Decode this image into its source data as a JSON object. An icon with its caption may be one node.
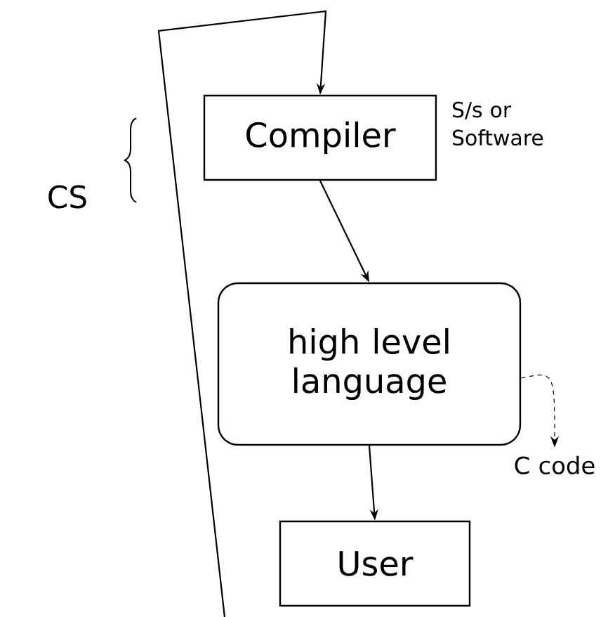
{
  "diagram": {
    "nodes": [
      {
        "text": [
          "Compiler"
        ],
        "beside": [
          "S/s or Software"
        ]
      },
      {
        "text": [
          "high level language"
        ]
      },
      {
        "text": [
          "User"
        ]
      },
      {
        "text": [
          "C code"
        ]
      }
    ],
    "edges": [
      {
        "from": null,
        "to": 0,
        "arrow": "to"
      },
      {
        "from": 0,
        "to": 1,
        "arrow": "to"
      },
      {
        "from": 1,
        "to": 2,
        "arrow": "to"
      },
      {
        "from": 1,
        "to": 3,
        "arrow": "to",
        "style": "dashed"
      }
    ],
    "labels": [
      "CS"
    ]
  }
}
